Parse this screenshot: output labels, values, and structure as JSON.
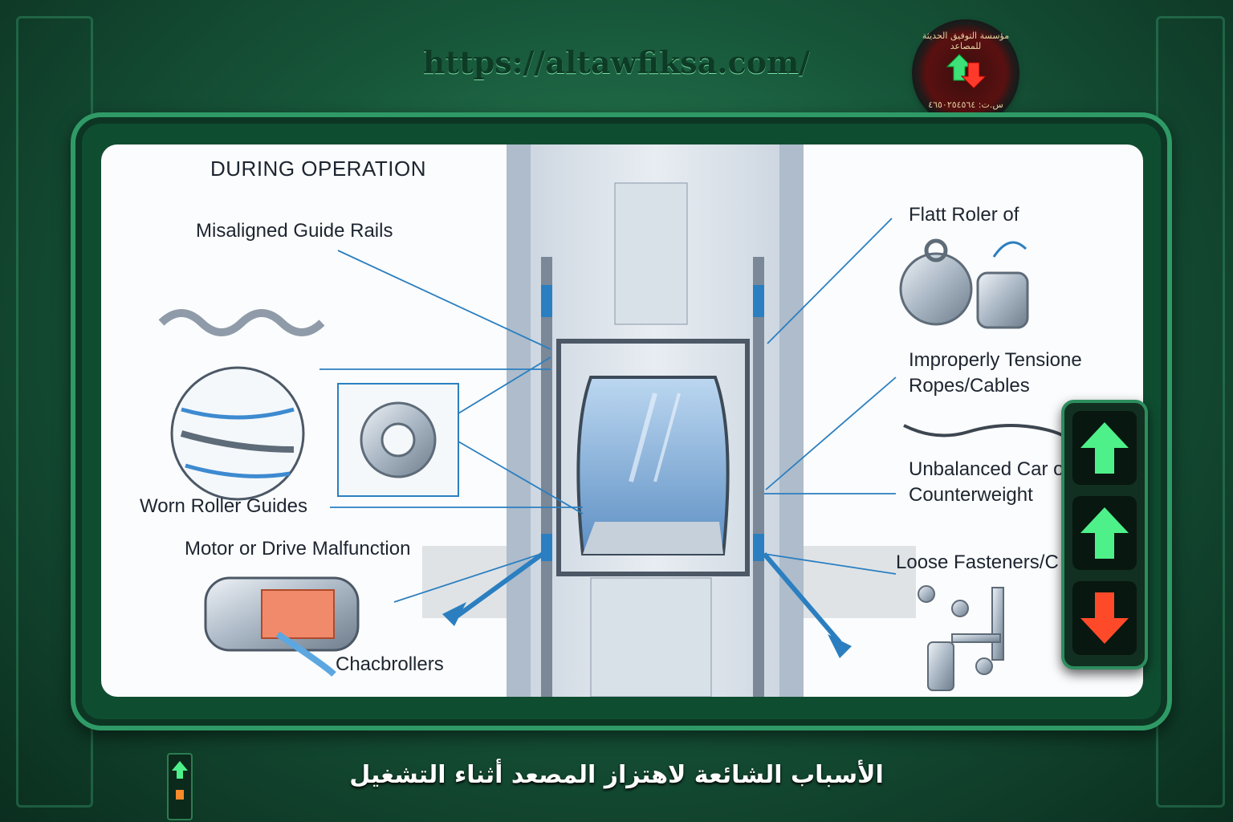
{
  "header": {
    "url": "https://altawfiksa.com/",
    "logo_text": "مؤسسة التوفيق الحديثة للمصاعد",
    "logo_subtext": "س.ت: ٤٦٥٠٢٥٤٥٦٤"
  },
  "diagram": {
    "heading": "DURING OPERATION",
    "labels": {
      "misaligned": "Misaligned Guide Rails",
      "worn": "Worn Roller Guides",
      "motor": "Motor or Drive Malfunction",
      "chac": "Chacbrollers",
      "flatt": "Flatt Roler of",
      "tension_1": "Improperly Tensione",
      "tension_2": "Ropes/Cables",
      "unbal_1": "Unbalanced Car o",
      "unbal_2": "Counterweight",
      "loose": "Loose Fasteners/C"
    }
  },
  "footer": {
    "caption": "الأسباب الشائعة لاهتزاز المصعد أثناء التشغيل"
  },
  "colors": {
    "accent_green": "#2f9a66",
    "callout_blue": "#2b7fc0",
    "arrow_up": "#4ef08a",
    "arrow_down": "#ff4a2a"
  },
  "icons": {
    "up_arrow": "up-arrow-icon",
    "down_arrow": "down-arrow-icon"
  }
}
